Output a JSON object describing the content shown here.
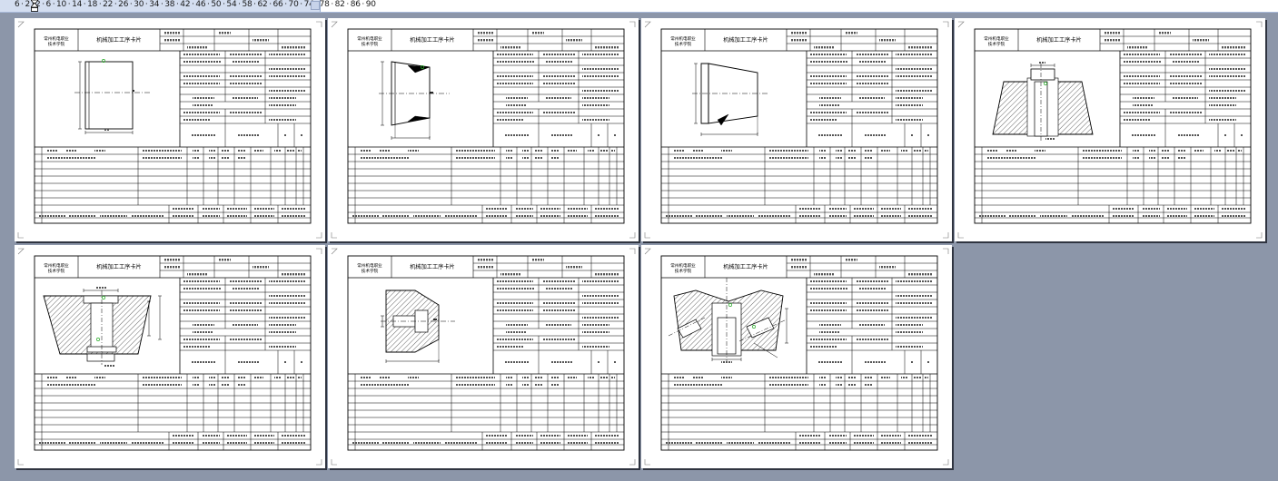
{
  "ruler": {
    "ticks": "6 · 2 · 2 · 6 · 10 · 14 · 18 · 22 · 26 · 30 · 34 · 38 · 42 · 46 · 50 · 54 · 58 · 62 · 66 · 70 · 74 · 78 · 82 · 86 · 90"
  },
  "card": {
    "org": "常州机电职业技术学院",
    "title": "机械加工工序卡片"
  },
  "colors": {
    "background": "#8c96a9",
    "sheet": "#ffffff",
    "ink": "#000000",
    "accent_mark": "#22aa22"
  },
  "pages": [
    {
      "id": "page-1",
      "drawing": "cylinder-blank"
    },
    {
      "id": "page-2",
      "drawing": "taper-blank"
    },
    {
      "id": "page-3",
      "drawing": "taper-turned"
    },
    {
      "id": "page-4",
      "drawing": "bored-flange-section"
    },
    {
      "id": "page-5",
      "drawing": "counterbore-section"
    },
    {
      "id": "page-6",
      "drawing": "stepped-bore-section"
    },
    {
      "id": "page-7",
      "drawing": "cross-drill-section"
    }
  ]
}
